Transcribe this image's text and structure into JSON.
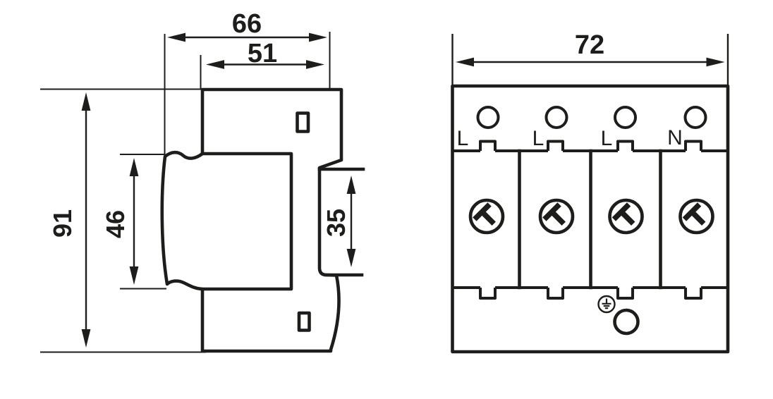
{
  "drawing": {
    "kind": "dimensional-outline-drawing",
    "views": [
      "side-view",
      "front-view"
    ]
  },
  "side_view": {
    "dims": {
      "overall_depth": "66",
      "body_depth": "51",
      "overall_height": "91",
      "front_section_height": "46",
      "rail_height": "35"
    }
  },
  "front_view": {
    "dims": {
      "overall_width": "72"
    },
    "terminals": [
      {
        "label": "L"
      },
      {
        "label": "L"
      },
      {
        "label": "L"
      },
      {
        "label": "N"
      }
    ]
  },
  "icons": {
    "screw": "slotted-screw-icon",
    "ground": "earth-ground-icon",
    "terminal_hole": "terminal-hole-icon",
    "mounting_hole": "mounting-hole-icon",
    "clip_slot": "din-clip-slot-icon"
  },
  "colors": {
    "line": "#1d1d1b",
    "background": "#ffffff"
  }
}
